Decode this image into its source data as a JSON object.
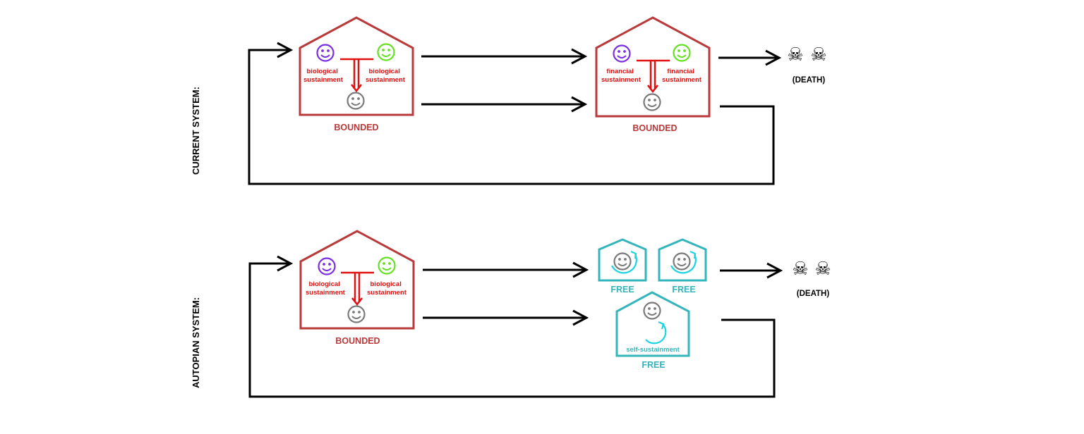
{
  "colors": {
    "bounded": "#b83a3a",
    "red_text": "#e01010",
    "free": "#33b5bb",
    "cyan_arrow": "#1ad4e0",
    "purple": "#7a2ee6",
    "green": "#66e022",
    "gray": "#7a7a7a",
    "black": "#000000"
  },
  "current": {
    "label": "CURRENT SYSTEM:",
    "house1": {
      "left_label": [
        "biological",
        "sustainment"
      ],
      "right_label": [
        "biological",
        "sustainment"
      ],
      "status": "BOUNDED"
    },
    "house2": {
      "left_label": [
        "financial",
        "sustainment"
      ],
      "right_label": [
        "financial",
        "sustainment"
      ],
      "status": "BOUNDED"
    },
    "death": "(DEATH)"
  },
  "autopian": {
    "label": "AUTOPIAN SYSTEM:",
    "house1": {
      "left_label": [
        "biological",
        "sustainment"
      ],
      "right_label": [
        "biological",
        "sustainment"
      ],
      "status": "BOUNDED"
    },
    "free_small_1": {
      "status": "FREE"
    },
    "free_small_2": {
      "status": "FREE"
    },
    "free_big": {
      "inner_label": "self-sustainment",
      "status": "FREE"
    },
    "death": "(DEATH)"
  },
  "icons": {
    "parent_a": "purple-smiley-icon",
    "parent_b": "green-smiley-icon",
    "child": "gray-smiley-icon",
    "death": "skull-crossbones-icon"
  }
}
